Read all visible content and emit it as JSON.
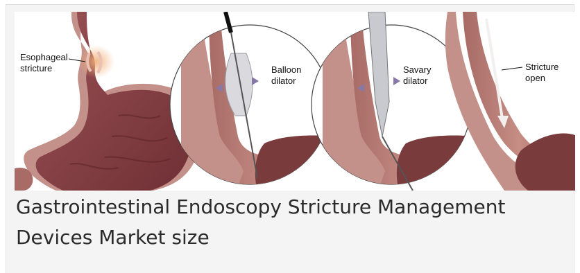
{
  "figure": {
    "labels": {
      "esophageal_line1": "Esophageal",
      "esophageal_line2": "stricture",
      "balloon_line1": "Balloon",
      "balloon_line2": "dilator",
      "savary_line1": "Savary",
      "savary_line2": "dilator",
      "stricture_line1": "Stricture",
      "stricture_line2": "open"
    }
  },
  "caption": {
    "line1": "Gastrointestinal Endoscopy Stricture Management",
    "line2": "Devices Market size"
  },
  "colors": {
    "tissue": "#b07a72",
    "tissue_dark": "#7a3b3d",
    "lining": "#e9c0b3",
    "stomach_inner": "#8a4a4e",
    "balloon": "#d9d9de",
    "arrow": "#8878a8",
    "stricture_glow": "#f2b27a"
  }
}
